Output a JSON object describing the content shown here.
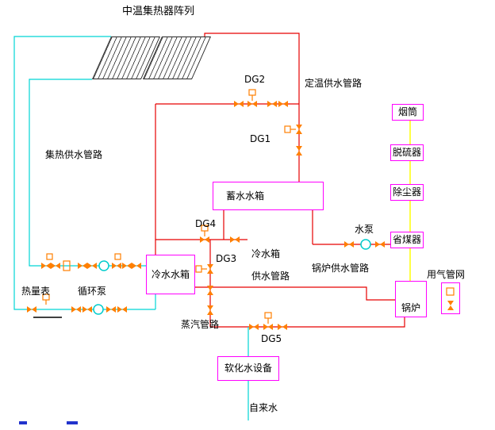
{
  "diagram": {
    "type": "solar-collector-boiler-heating-system-schematic",
    "labels": {
      "collector_array": "中温集热器阵列",
      "constant_temp_supply": "定温供水管路",
      "dg2": "DG2",
      "dg1": "DG1",
      "collector_supply": "集热供水管路",
      "dg4": "DG4",
      "dg3": "DG3",
      "water_pump": "水泵",
      "cold_tank_supply_line1": "冷水箱",
      "cold_tank_supply_line2": "供水管路",
      "boiler_supply": "锅炉供水管路",
      "gas_network": "用气管网",
      "heat_meter": "热量表",
      "circulation_pump": "循环泵",
      "steam_pipeline": "蒸汽管路",
      "dg5": "DG5",
      "tap_water": "自来水"
    },
    "equipment": {
      "storage_tank": "蓄水水箱",
      "cold_water_tank": "冷水水箱",
      "chimney": "烟筒",
      "desulfurizer": "脱硫器",
      "dust_remover": "除尘器",
      "economizer": "省煤器",
      "boiler": "锅炉",
      "softener": "软化水设备"
    },
    "colors": {
      "hot_pipe": "#e60000",
      "cold_pipe": "#00d5d5",
      "equipment_box": "#ff00ff",
      "flue_line": "#ffff44",
      "valve": "#ff7f00",
      "pump": "#00cccc",
      "text": "#000000",
      "background": "#ffffff"
    }
  }
}
